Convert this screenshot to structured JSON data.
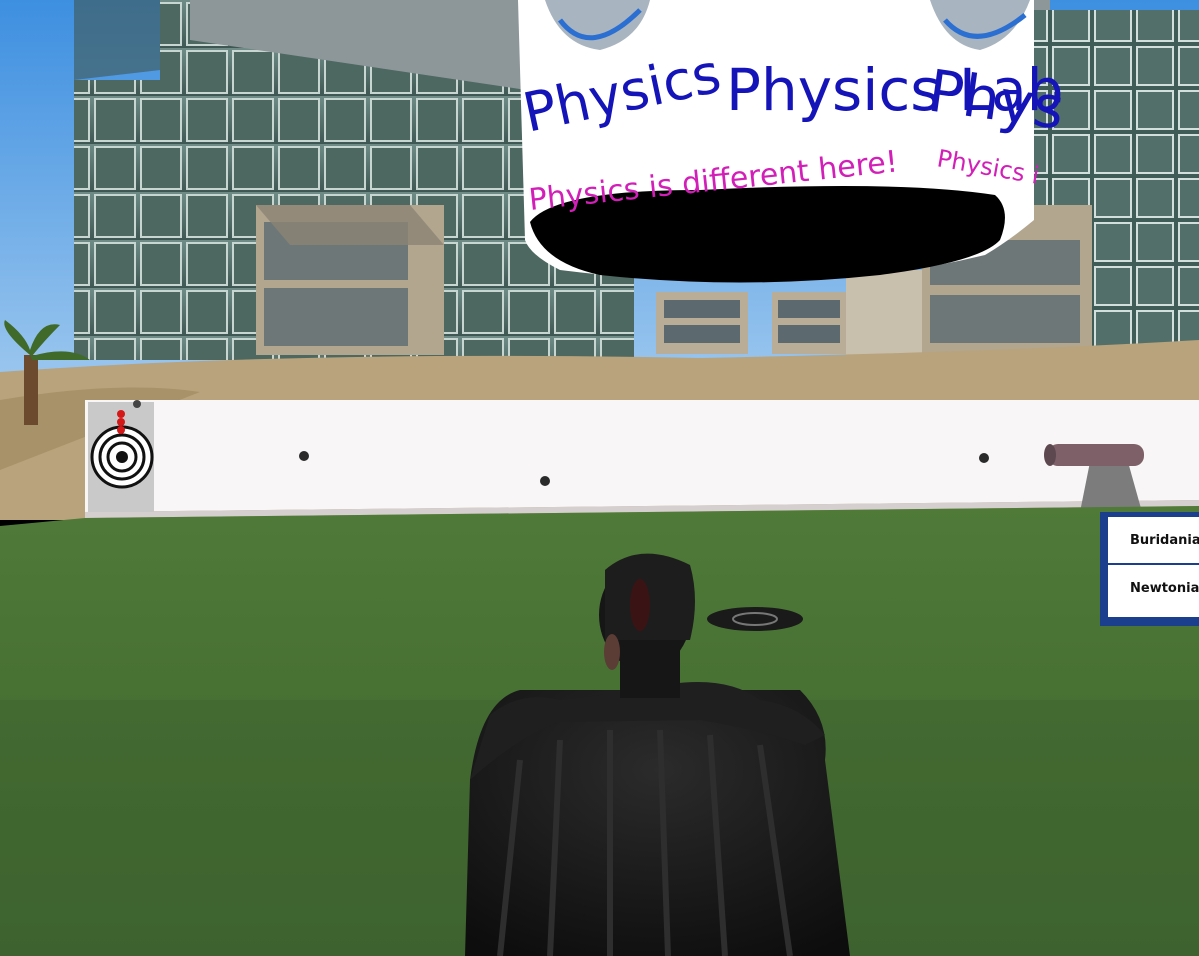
{
  "banner": {
    "title_main": "Physics Lab",
    "title_repeat": "Phys",
    "title_left_partial": "Physics",
    "subtitle": "Physics is different here!",
    "subtitle_repeat": "Physics i",
    "colors": {
      "title": "#1414b8",
      "subtitle": "#d21fb8",
      "background": "#ffffff"
    }
  },
  "sign_panel": {
    "options": [
      "Buridanian",
      "Newtonian"
    ],
    "border_color": "#1b3f8c"
  },
  "icons": {
    "target": "bullseye-target-icon",
    "cannon": "cannon-icon",
    "avatar": "avatar-figure",
    "palm": "palm-tree-icon"
  }
}
